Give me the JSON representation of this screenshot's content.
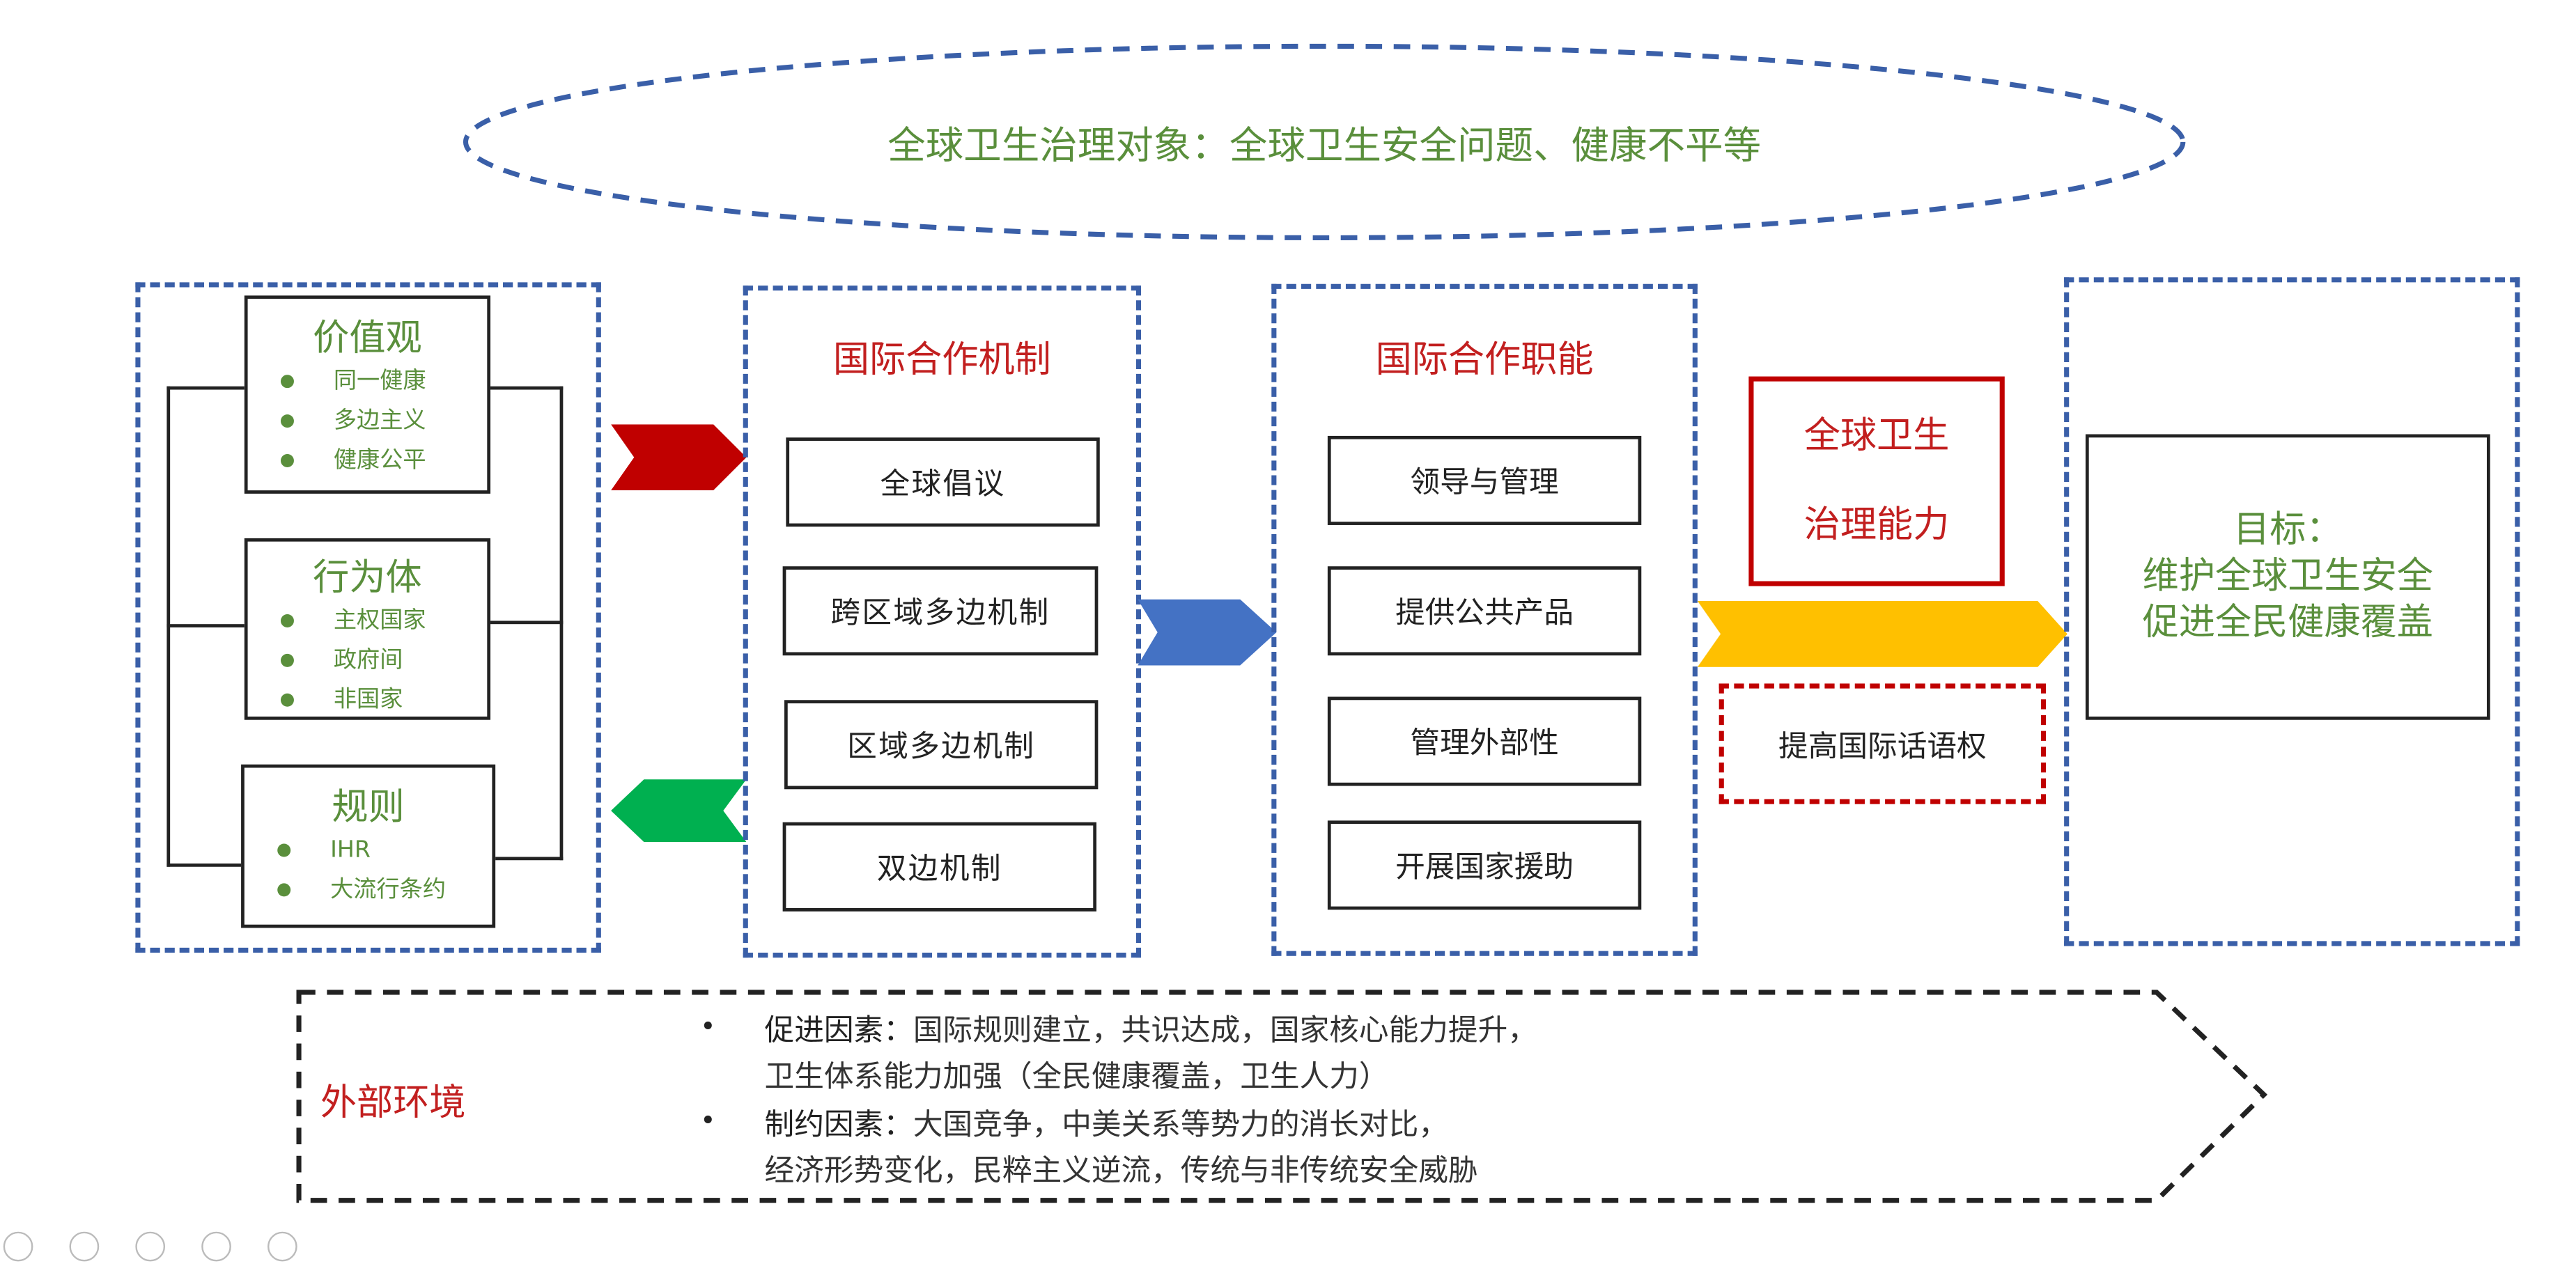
{
  "object_ellipse": {
    "text": "全球卫生治理对象：全球卫生安全问题、健康不平等"
  },
  "left_panel": {
    "values": {
      "title": "价值观",
      "items": [
        "同一健康",
        "多边主义",
        "健康公平"
      ]
    },
    "actors": {
      "title": "行为体",
      "items": [
        "主权国家",
        "政府间",
        "非国家"
      ]
    },
    "rules": {
      "title": "规则",
      "items": [
        "IHR",
        "大流行条约"
      ]
    }
  },
  "mechanisms": {
    "title": "国际合作机制",
    "items": [
      "全球倡议",
      "跨区域多边机制",
      "区域多边机制",
      "双边机制"
    ]
  },
  "functions": {
    "title": "国际合作职能",
    "items": [
      "领导与管理",
      "提供公共产品",
      "管理外部性",
      "开展国家援助"
    ]
  },
  "capacity": {
    "line1": "全球卫生",
    "line2": "治理能力",
    "extra": "提高国际话语权"
  },
  "goal": {
    "line1": "目标：",
    "line2": "维护全球卫生安全",
    "line3": "促进全民健康覆盖"
  },
  "environment": {
    "label": "外部环境",
    "promote_label": "促进因素：",
    "promote_line1": "国际规则建立，共识达成，国家核心能力提升，",
    "promote_line2": "卫生体系能力加强（全民健康覆盖，卫生人力）",
    "restrict_label": "制约因素：",
    "restrict_line1": "大国竞争，中美关系等势力的消长对比，",
    "restrict_line2": "经济形势变化，民粹主义逆流，传统与非传统安全威胁"
  },
  "colors": {
    "arrow_red": "#c00000",
    "arrow_green": "#00b050",
    "arrow_blue": "#4472c4",
    "arrow_yellow": "#ffc000",
    "border_blue": "#3a5fa8",
    "text_green": "#5a8f3c",
    "text_red": "#c21f1f"
  }
}
